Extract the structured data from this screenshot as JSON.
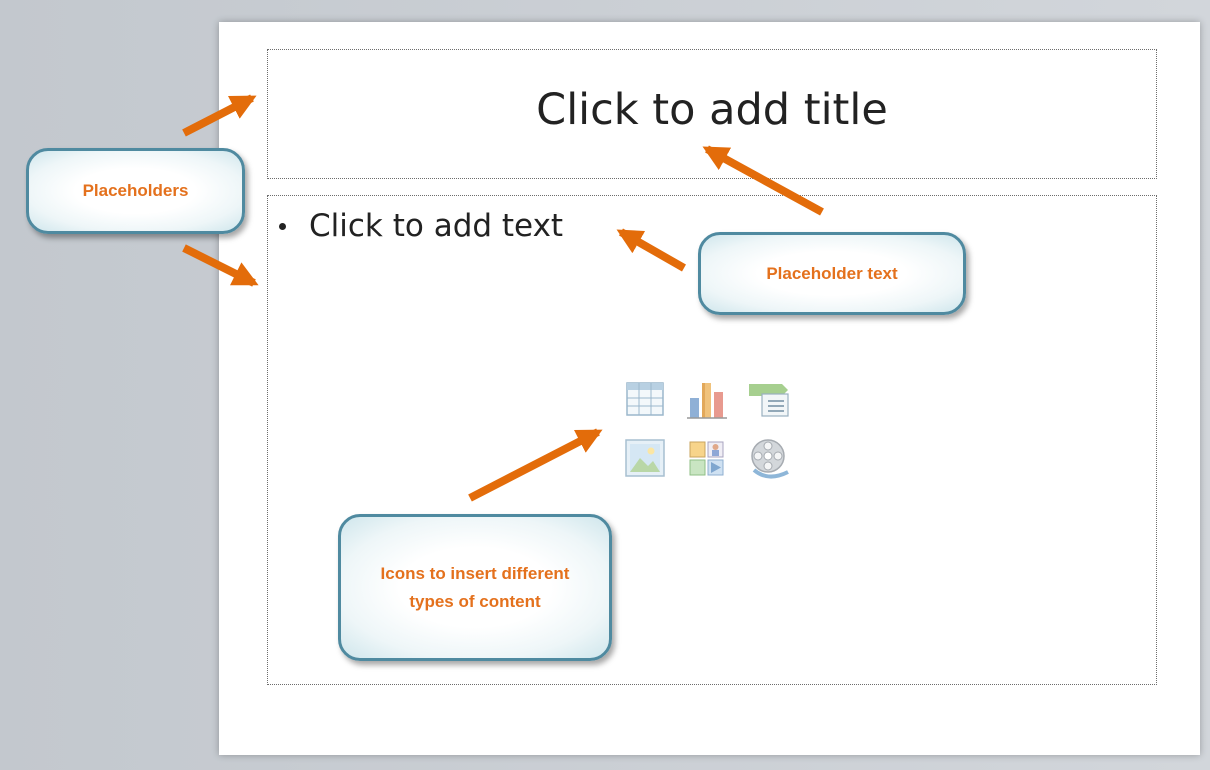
{
  "slide": {
    "title_placeholder": "Click to add title",
    "body_placeholder": "Click to add text",
    "content_icons": [
      {
        "name": "insert-table-icon"
      },
      {
        "name": "insert-chart-icon"
      },
      {
        "name": "insert-smartart-icon"
      },
      {
        "name": "insert-picture-icon"
      },
      {
        "name": "insert-clip-art-icon"
      },
      {
        "name": "insert-media-icon"
      }
    ]
  },
  "callouts": {
    "placeholders": "Placeholders",
    "placeholder_text": "Placeholder text",
    "content_icons": "Icons to insert different types of content"
  },
  "colors": {
    "callout_text": "#e4711d",
    "arrow": "#e36c0a",
    "callout_border": "#4f8aa0"
  }
}
